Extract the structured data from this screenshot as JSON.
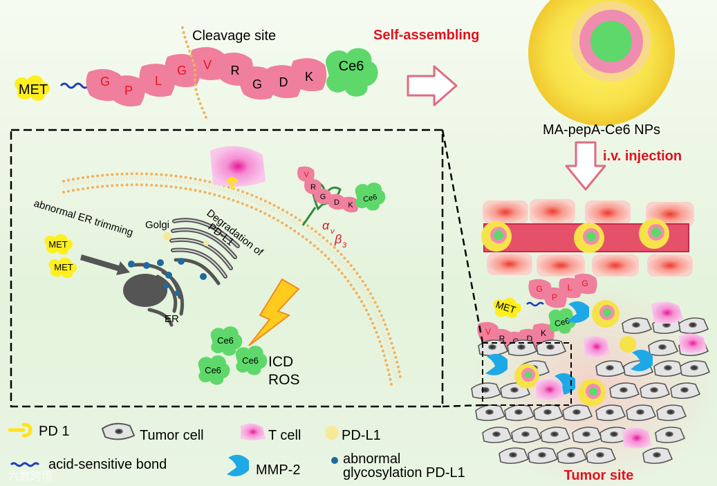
{
  "peptide_top": {
    "met": "MET",
    "residues": [
      "G",
      "P",
      "L",
      "G",
      "V",
      "R",
      "G",
      "D",
      "K"
    ],
    "ce6": "Ce6",
    "cleavage_label": "Cleavage site",
    "self_assembling": "Self-assembling"
  },
  "nanoparticle": {
    "label": "MA-pepA-Ce6 NPs",
    "injection": "i.v. injection"
  },
  "inset": {
    "abnormal_er": "abnormal ER trimming",
    "golgi": "Golgi",
    "degradation_1": "Degradation of",
    "degradation_2": "PD-L1",
    "er": "ER",
    "met": "MET",
    "ce6": "Ce6",
    "icd": "ICD",
    "ros": "ROS",
    "integrin_alpha": "α",
    "integrin_v": "v",
    "integrin_beta": "β",
    "integrin_3": "3",
    "mini_residues": [
      "V",
      "R",
      "G",
      "D",
      "K"
    ]
  },
  "site": {
    "met": "MET",
    "ce6": "Ce6",
    "frag_gplg": [
      "G",
      "P",
      "L",
      "G"
    ],
    "frag_vrgdk": [
      "V",
      "R",
      "G",
      "D",
      "K"
    ],
    "label": "Tumor site"
  },
  "legend": {
    "pd1": "PD 1",
    "tumor_cell": "Tumor cell",
    "t_cell": "T cell",
    "pdl1": "PD-L1",
    "acid_bond": "acid-sensitive bond",
    "mmp2": "MMP-2",
    "glyco_1": "abnormal",
    "glyco_2": "glycosylation PD-L1"
  },
  "watermark": "六数跨境",
  "colors": {
    "peptide_pink": "#ef7f9c",
    "peptide_letter_red": "#e8141e",
    "ce6_green": "#5ed86a",
    "met_yellow": "#ffef1e",
    "bond_blue": "#1f3fb8",
    "mmp2_blue": "#1fa8e6",
    "np_yellow": "#f7e24a",
    "vessel": "#e6516a",
    "title_red": "#e0121e",
    "membrane": "#f2b25e"
  }
}
